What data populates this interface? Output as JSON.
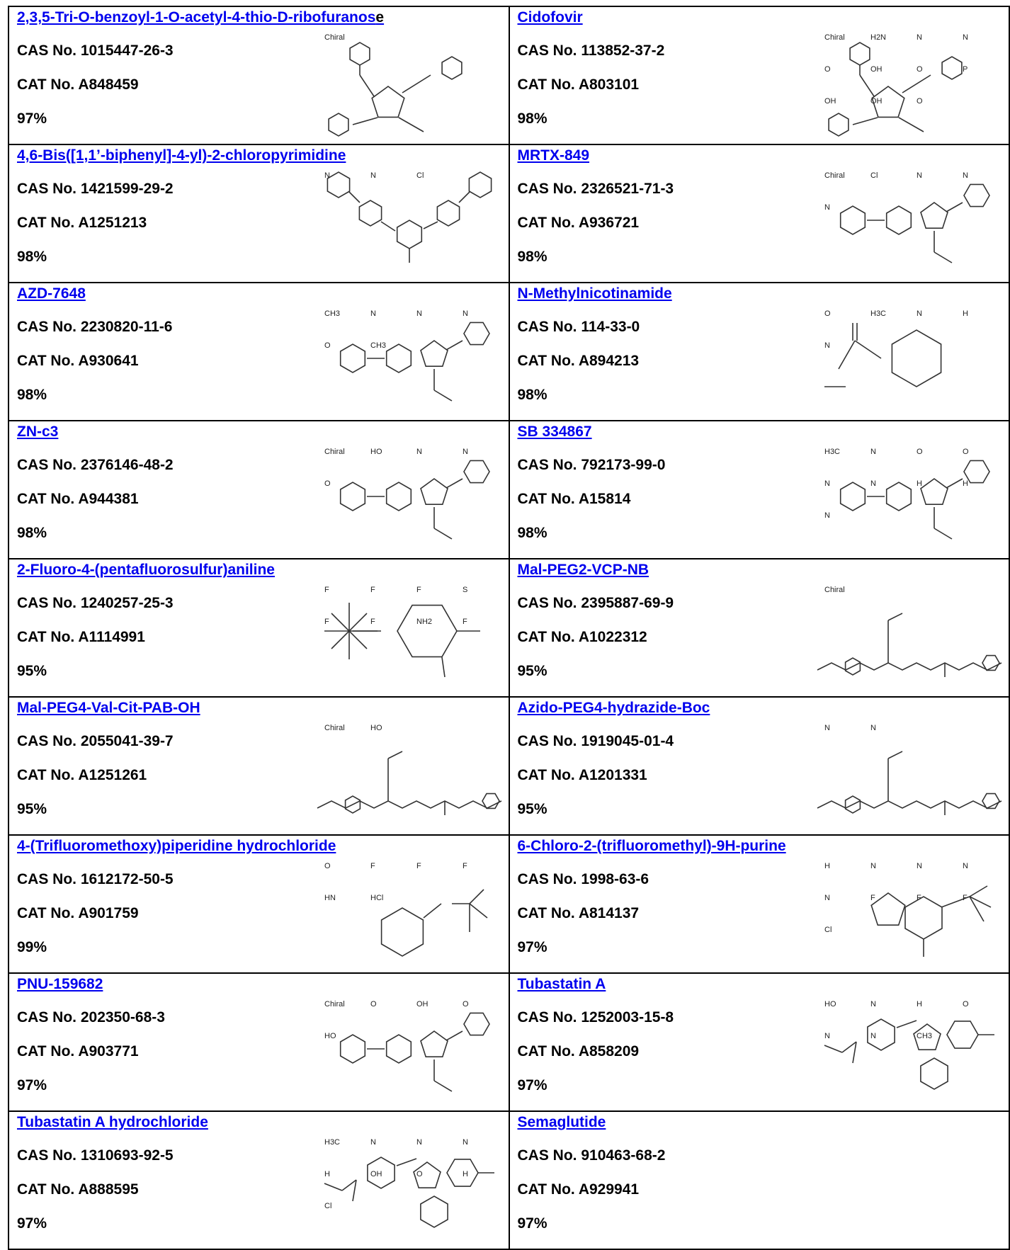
{
  "labels": {
    "cas_prefix": "CAS No.",
    "cat_prefix": "CAT No."
  },
  "products": [
    {
      "name": "2,3,5-Tri-O-benzoyl-1-O-acetyl-4-thio-D-ribofuranos",
      "name_suffix": "e",
      "cas": "CAS No. 1015447-26-3",
      "cat": "CAT No. A848459",
      "purity": "97%",
      "structure": "chiral",
      "struct_text": [
        "Chiral"
      ]
    },
    {
      "name": "Cidofovir",
      "name_suffix": "",
      "cas": "CAS No. 113852-37-2",
      "cat": "CAT No. A803101",
      "purity": "98%",
      "structure": "chiral",
      "struct_text": [
        "Chiral",
        "H2N",
        "N",
        "N",
        "O",
        "OH",
        "O",
        "P",
        "OH",
        "OH",
        "O"
      ]
    },
    {
      "name": "4,6-Bis([1,1’-biphenyl]-4-yl)-2-chloropyrimidine",
      "name_suffix": "",
      "cas": "CAS No. 1421599-29-2",
      "cat": "CAT No. A1251213",
      "purity": "98%",
      "structure": "biphenyl",
      "struct_text": [
        "N",
        "N",
        "Cl"
      ]
    },
    {
      "name": "MRTX-849",
      "name_suffix": "",
      "cas": "CAS No. 2326521-71-3",
      "cat": "CAT No. A936721",
      "purity": "98%",
      "structure": "rings",
      "struct_text": [
        "Chiral",
        "Cl",
        "N",
        "N",
        "N"
      ]
    },
    {
      "name": "AZD-7648",
      "name_suffix": "",
      "cas": "CAS No. 2230820-11-6",
      "cat": "CAT No. A930641",
      "purity": "98%",
      "structure": "rings",
      "struct_text": [
        "CH3",
        "N",
        "N",
        "N",
        "O",
        "CH3"
      ]
    },
    {
      "name": "N-Methylnicotinamide",
      "name_suffix": "",
      "cas": "CAS No. 114-33-0",
      "cat": "CAT No. A894213",
      "purity": "98%",
      "structure": "pyridine",
      "struct_text": [
        "O",
        "H3C",
        "N",
        "H",
        "N"
      ]
    },
    {
      "name": "ZN-c3",
      "name_suffix": "",
      "cas": "CAS No. 2376146-48-2",
      "cat": "CAT No. A944381",
      "purity": "98%",
      "structure": "rings",
      "struct_text": [
        "Chiral",
        "HO",
        "N",
        "N",
        "O"
      ]
    },
    {
      "name": "SB 334867",
      "name_suffix": "",
      "cas": "CAS No. 792173-99-0",
      "cat": "CAT No. A15814",
      "purity": "98%",
      "structure": "rings",
      "struct_text": [
        "H3C",
        "N",
        "O",
        "O",
        "N",
        "N",
        "H",
        "H",
        "N"
      ]
    },
    {
      "name": "2-Fluoro-4-(pentafluorosulfur)aniline",
      "name_suffix": "",
      "cas": "CAS No. 1240257-25-3",
      "cat": "CAT No. A1114991",
      "purity": "95%",
      "structure": "sf5",
      "struct_text": [
        "F",
        "F",
        "F",
        "S",
        "F",
        "F",
        "NH2",
        "F"
      ]
    },
    {
      "name": "Mal-PEG2-VCP-NB",
      "name_suffix": "",
      "cas": "CAS No. 2395887-69-9",
      "cat": "CAT No. A1022312",
      "purity": "95%",
      "structure": "chain",
      "struct_text": [
        "Chiral"
      ]
    },
    {
      "name": "Mal-PEG4-Val-Cit-PAB-OH",
      "name_suffix": "",
      "cas": "CAS No. 2055041-39-7",
      "cat": "CAT No. A1251261",
      "purity": "95%",
      "structure": "chain",
      "struct_text": [
        "Chiral",
        "HO"
      ]
    },
    {
      "name": "Azido-PEG4-hydrazide-Boc",
      "name_suffix": "",
      "cas": "CAS No. 1919045-01-4",
      "cat": "CAT No. A1201331",
      "purity": "95%",
      "structure": "chain",
      "struct_text": [
        "N",
        "N"
      ]
    },
    {
      "name": "4-(Trifluoromethoxy)piperidine hydrochloride",
      "name_suffix": "",
      "cas": "CAS No. 1612172-50-5",
      "cat": "CAT No. A901759",
      "purity": "99%",
      "structure": "piperidine",
      "struct_text": [
        "O",
        "F",
        "F",
        "F",
        "HN",
        "HCl"
      ]
    },
    {
      "name": "6-Chloro-2-(trifluoromethyl)-9H-purine",
      "name_suffix": "",
      "cas": "CAS No. 1998-63-6",
      "cat": "CAT No. A814137",
      "purity": "97%",
      "structure": "purine",
      "struct_text": [
        "H",
        "N",
        "N",
        "N",
        "N",
        "F",
        "F",
        "F",
        "Cl"
      ]
    },
    {
      "name": "PNU-159682",
      "name_suffix": "",
      "cas": "CAS No. 202350-68-3",
      "cat": "CAT No. A903771",
      "purity": "97%",
      "structure": "rings",
      "struct_text": [
        "Chiral",
        "O",
        "OH",
        "O",
        "HO"
      ]
    },
    {
      "name": "Tubastatin A",
      "name_suffix": "",
      "cas": "CAS No. 1252003-15-8",
      "cat": "CAT No. A858209",
      "purity": "97%",
      "structure": "tubastatin",
      "struct_text": [
        "HO",
        "N",
        "H",
        "O",
        "N",
        "N",
        "CH3"
      ]
    },
    {
      "name": "Tubastatin A hydrochloride",
      "name_suffix": "",
      "cas": "CAS No. 1310693-92-5",
      "cat": "CAT No. A888595",
      "purity": "97%",
      "structure": "tubastatin",
      "struct_text": [
        "H3C",
        "N",
        "N",
        "N",
        "H",
        "OH",
        "O",
        "H",
        "Cl"
      ]
    },
    {
      "name": "Semaglutide",
      "name_suffix": "",
      "cas": "CAS No. 910463-68-2",
      "cat": "CAT No. A929941",
      "purity": "97%",
      "structure": "none",
      "struct_text": []
    }
  ]
}
